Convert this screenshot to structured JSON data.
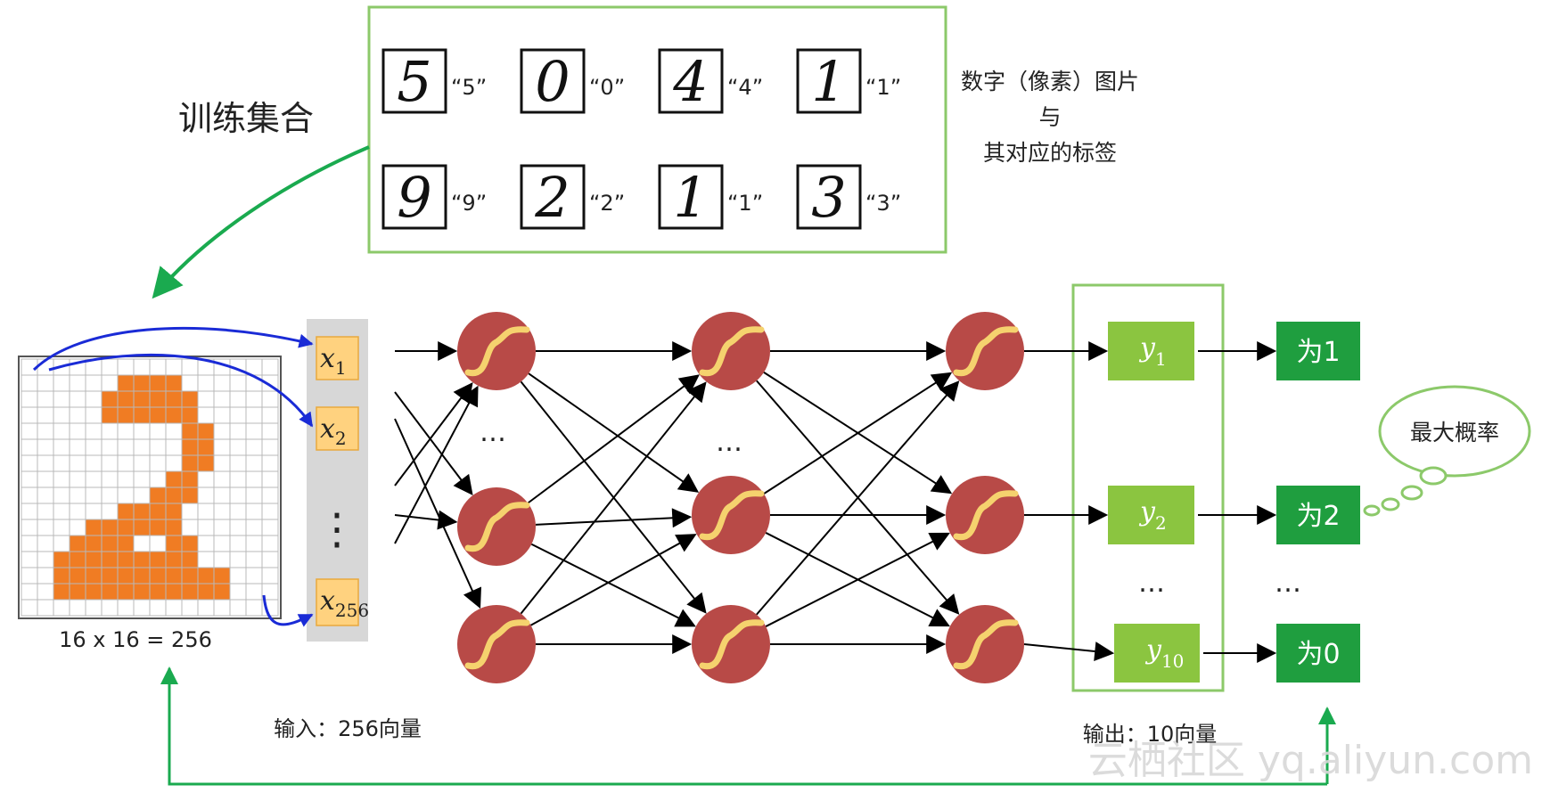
{
  "colors": {
    "green_border": "#8cc96a",
    "curve_green": "#1aaa4f",
    "blue_arrow": "#1a2bd6",
    "neuron_fill": "#b84a47",
    "neuron_curve": "#f5d26e",
    "x_box_fill": "#ffd27f",
    "x_box_border": "#e8a93e",
    "y_box_fill": "#8bc540",
    "out_box_fill": "#1f9e3f",
    "grid_fill": "#f07c23",
    "grid_light": "#e8d7a0",
    "input_column": "#d7d7d7"
  },
  "training": {
    "title": "训练集合",
    "samples": [
      {
        "digit": "5",
        "label": "“5”"
      },
      {
        "digit": "0",
        "label": "“0”"
      },
      {
        "digit": "4",
        "label": "“4”"
      },
      {
        "digit": "1",
        "label": "“1”"
      },
      {
        "digit": "9",
        "label": "“9”"
      },
      {
        "digit": "2",
        "label": "“2”"
      },
      {
        "digit": "1",
        "label": "“1”"
      },
      {
        "digit": "3",
        "label": "“3”"
      }
    ],
    "description": [
      "数字（像素）图片",
      "与",
      "其对应的标签"
    ]
  },
  "grid": {
    "caption": "16 x 16 = 256",
    "size": 16,
    "filled_rows": [
      "................",
      "......@@@@......",
      ".....@@@@@@.....",
      ".....@@@@@@.....",
      "..........@@....",
      "..........@@....",
      "..........@@....",
      ".........@@.....",
      "........@@@.....",
      "......@@@@......",
      "....@@@@@@......",
      "...@@@@..@@.....",
      "..@@@@@@@@@.....",
      "..@@@@@@@@@@@...",
      "..@@@@@@@@@@@...",
      "................"
    ]
  },
  "inputs": {
    "items": [
      {
        "var": "x",
        "sub": "1"
      },
      {
        "var": "x",
        "sub": "2"
      },
      {
        "var": "x",
        "sub": "256"
      }
    ],
    "vdots": "⋮",
    "caption": "输入：256向量"
  },
  "layers": {
    "ellipsis": "…"
  },
  "outputs": {
    "items": [
      {
        "var": "y",
        "sub": "1",
        "result": "为1"
      },
      {
        "var": "y",
        "sub": "2",
        "result": "为2"
      },
      {
        "var": "y",
        "sub": "10",
        "result": "为0"
      }
    ],
    "ellipsis": "…",
    "caption": "输出：10向量",
    "bubble": "最大概率"
  },
  "watermark": "云栖社区 yq.aliyun.com"
}
